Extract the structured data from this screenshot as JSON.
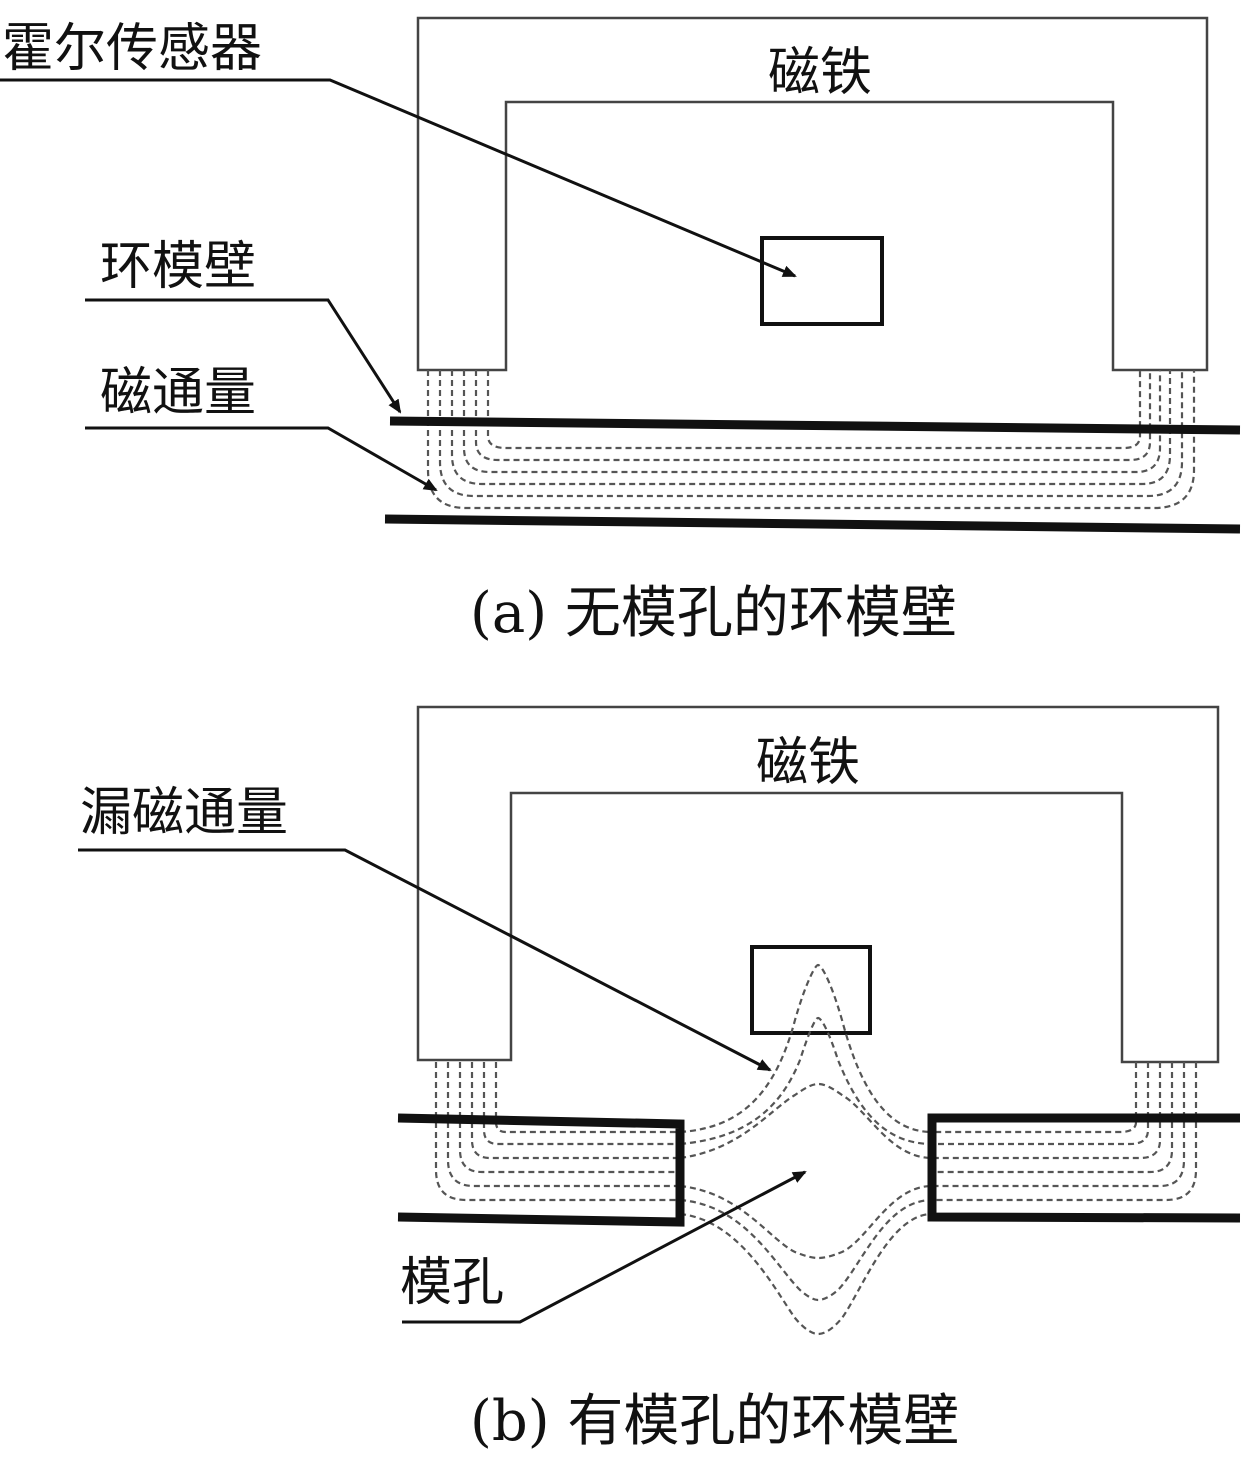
{
  "panel_a": {
    "magnet_label": "磁铁",
    "hall_sensor_label": "霍尔传感器",
    "mold_wall_label": "环模壁",
    "flux_label": "磁通量",
    "caption": "(a)  无模孔的环模壁"
  },
  "panel_b": {
    "magnet_label": "磁铁",
    "leakage_flux_label": "漏磁通量",
    "mold_hole_label": "模孔",
    "caption": "(b)  有模孔的环模壁"
  }
}
